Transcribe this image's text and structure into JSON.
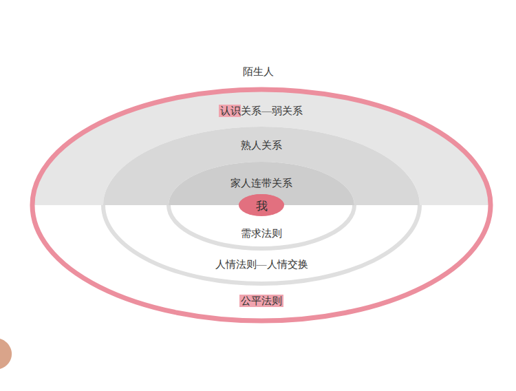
{
  "diagram": {
    "nodes": [
      {
        "text": [
          "认识关系—弱关系",
          "公平法则"
        ]
      },
      {
        "text": [
          "熟人关系",
          "人情法则—人情交换"
        ],
        "in": 0
      },
      {
        "text": [
          "家人连带关系",
          "需求法则"
        ],
        "in": 1
      },
      {
        "text": [
          "我"
        ],
        "in": 2
      }
    ],
    "labels": [
      "陌生人"
    ]
  }
}
